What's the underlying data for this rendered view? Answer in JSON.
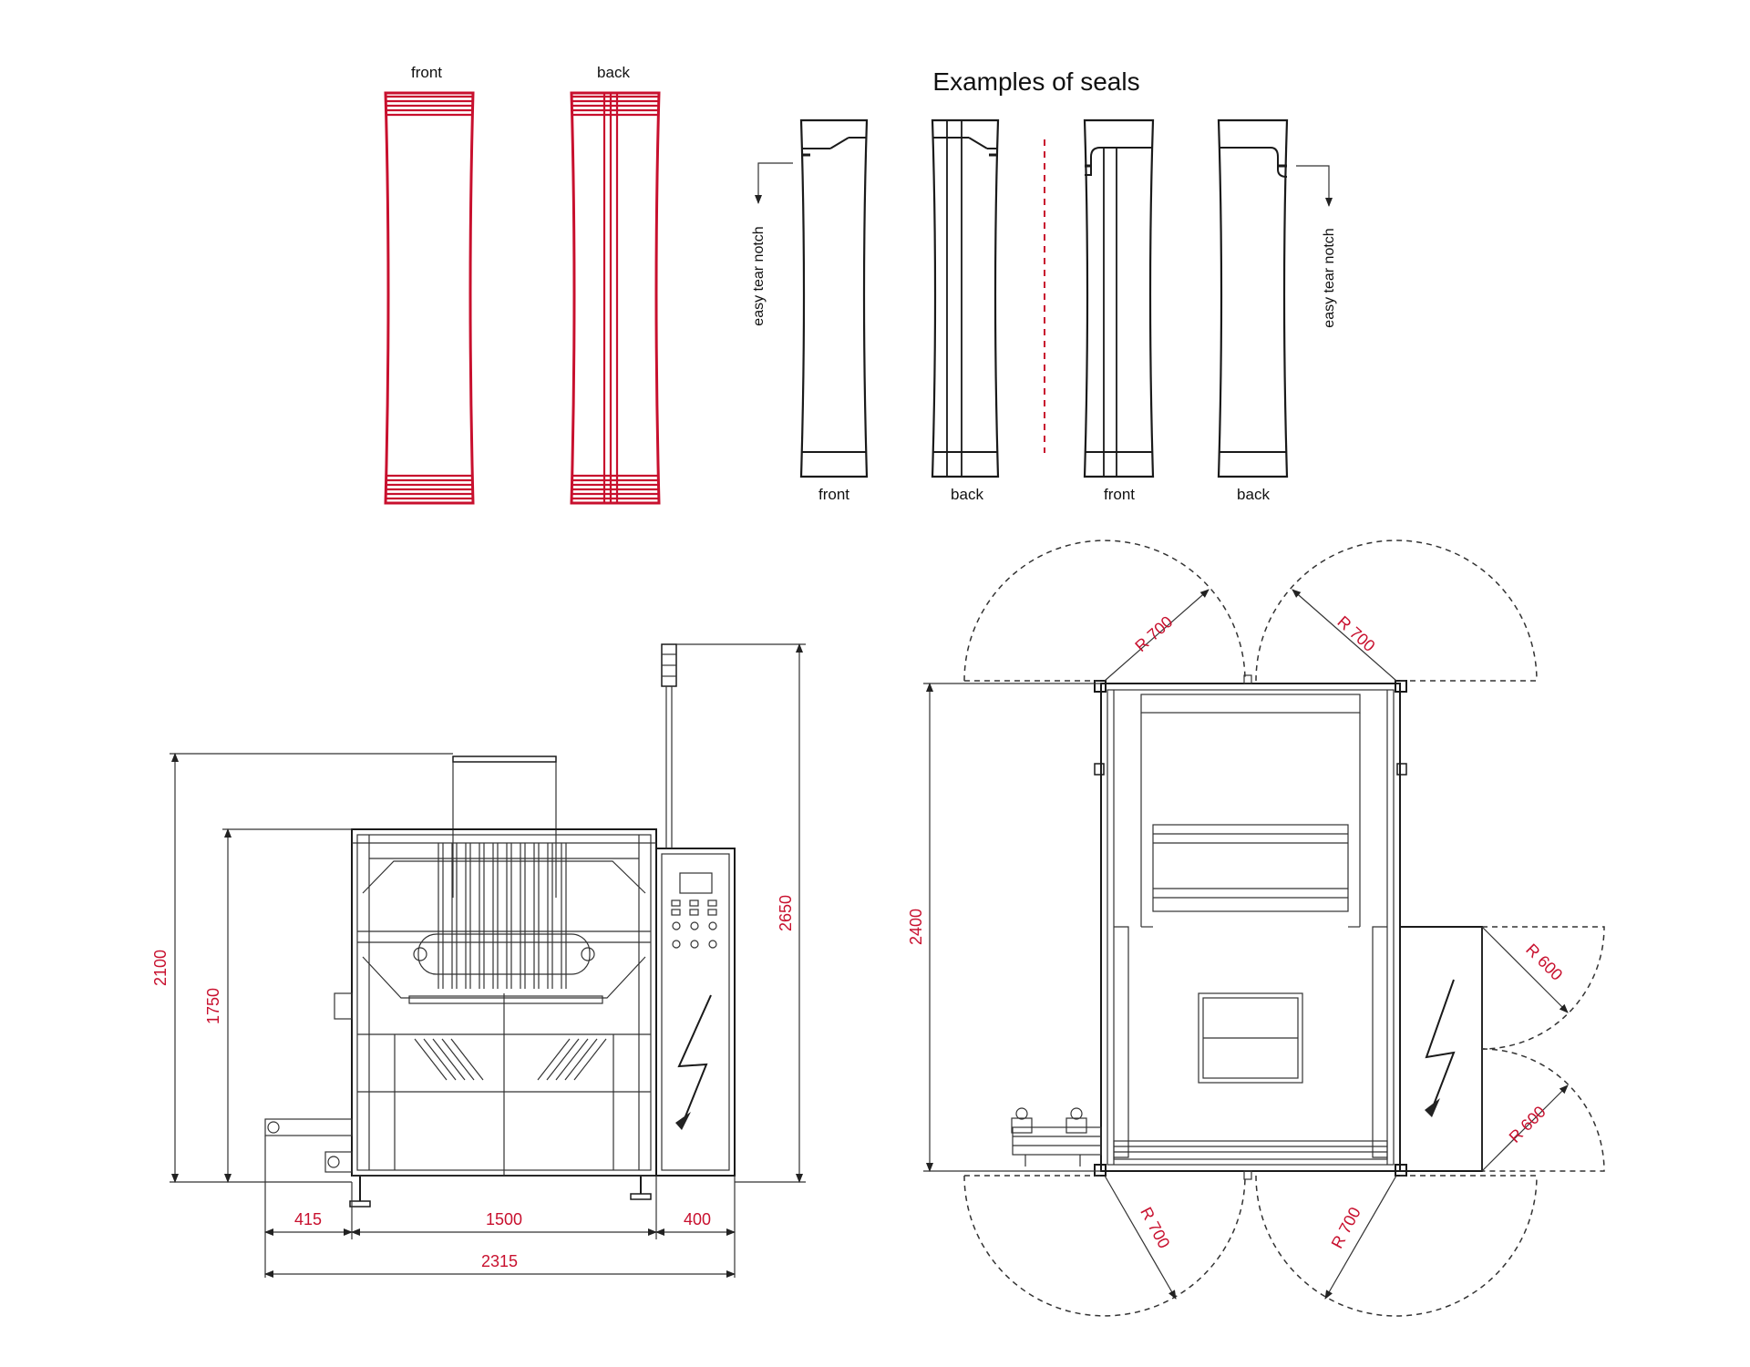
{
  "title": "Examples of seals",
  "stick_labels": {
    "red_front": "front",
    "red_back": "back",
    "ex1": "front",
    "ex2": "back",
    "ex3": "front",
    "ex4": "back"
  },
  "notch_left": "easy tear notch",
  "notch_right": "easy tear notch",
  "front_view_dims": {
    "h2100": "2100",
    "h1750": "1750",
    "h2650": "2650",
    "w415": "415",
    "w1500": "1500",
    "w400": "400",
    "w2315": "2315"
  },
  "plan_view_dims": {
    "h2400": "2400",
    "r700_tl": "R 700",
    "r700_tr": "R 700",
    "r700_bl": "R 700",
    "r700_br": "R 700",
    "r600_top": "R 600",
    "r600_bot": "R 600"
  },
  "colors": {
    "accent": "#c8102e",
    "ink": "#1a1a1a"
  }
}
